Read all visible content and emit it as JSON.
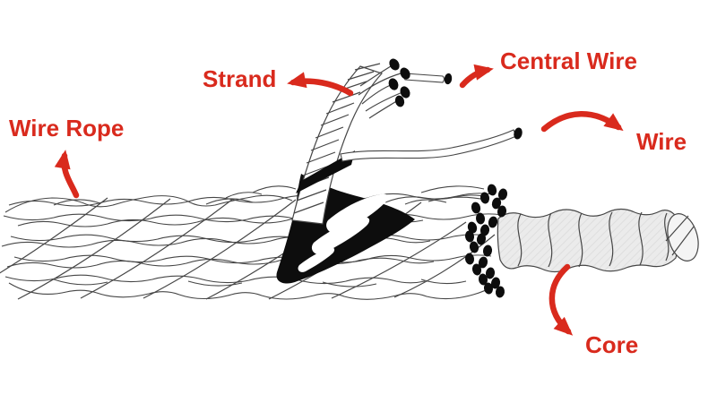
{
  "diagram": {
    "title_present": false,
    "labels": [
      {
        "id": "wire-rope",
        "text": "Wire Rope"
      },
      {
        "id": "strand",
        "text": "Strand"
      },
      {
        "id": "central-wire",
        "text": "Central Wire"
      },
      {
        "id": "wire",
        "text": "Wire"
      },
      {
        "id": "core",
        "text": "Core"
      }
    ],
    "arrows": [
      {
        "id": "wire-rope-arrow",
        "points_to": "Wire Rope",
        "direction": "up"
      },
      {
        "id": "strand-arrow",
        "points_to": "Strand",
        "direction": "left"
      },
      {
        "id": "central-wire-arrow",
        "points_to": "Central Wire",
        "direction": "up-right"
      },
      {
        "id": "wire-arrow",
        "points_to": "Wire",
        "direction": "right"
      },
      {
        "id": "core-arrow",
        "points_to": "Core",
        "direction": "down"
      }
    ],
    "colors": {
      "label": "#d92a1d",
      "arrow": "#d92a1d",
      "outline": "#464646",
      "ink": "#0d0d0d",
      "core_fill": "#ebebeb",
      "background": "#ffffff"
    }
  }
}
